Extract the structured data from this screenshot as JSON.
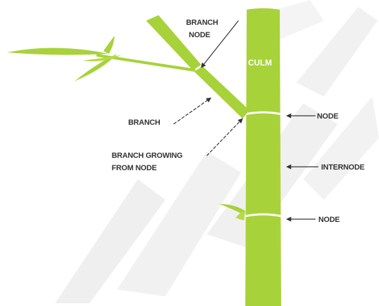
{
  "labels": {
    "branch_node_line1": "BRANCH",
    "branch_node_line2": "NODE",
    "culm": "CULM",
    "branch": "BRANCH",
    "node_upper": "NODE",
    "branch_growing_line1": "BRANCH GROWING",
    "branch_growing_line2": "FROM NODE",
    "internode": "INTERNODE",
    "node_lower": "NODE"
  },
  "colors": {
    "bamboo": "#a8d23a",
    "bamboo_dark": "#8fbc2a",
    "node_ring": "#ffffff",
    "text": "#333333",
    "watermark": "#d4d4d4"
  }
}
